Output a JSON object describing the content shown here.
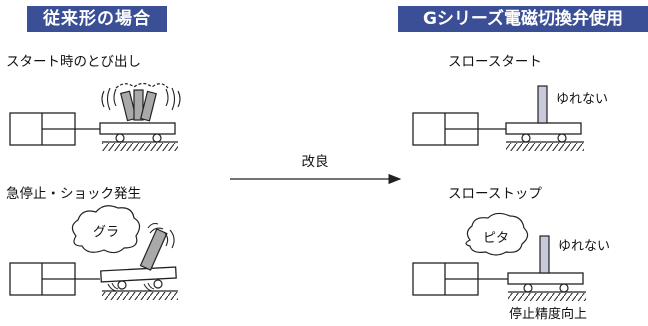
{
  "header_left": "従来形の場合",
  "header_right": "Gシリーズ電磁切換弁使用",
  "left_top_caption": "スタート時のとび出し",
  "left_bottom_caption": "急停止・ショック発生",
  "right_top_caption": "スロースタート",
  "right_bottom_caption": "スローストップ",
  "arrow_label": "改良",
  "no_shake_top": "ゆれない",
  "no_shake_bottom": "ゆれない",
  "bubble_left": "グラ",
  "bubble_right": "ピタ",
  "bottom_note": "停止精度向上",
  "colors": {
    "header_bg": "#3a4f95",
    "block_fill": "#c9c9dc",
    "falling_block_fill": "#a9a9a9"
  }
}
